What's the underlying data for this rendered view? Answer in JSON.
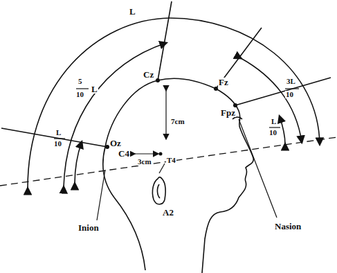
{
  "diagram": {
    "labels": [
      "L",
      "5",
      "10",
      "L",
      "3L",
      "10",
      "L",
      "10",
      "L",
      "10",
      "Cz",
      "Fz",
      "Fpz",
      "Oz",
      "C4",
      "T4",
      "3cm",
      "7cm",
      "A2",
      "Inion",
      "Nasion"
    ]
  }
}
